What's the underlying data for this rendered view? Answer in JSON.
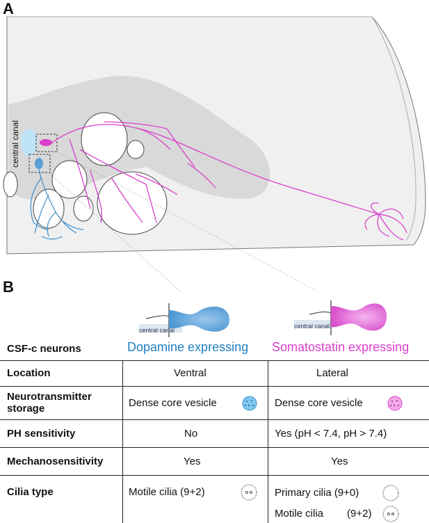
{
  "panels": {
    "a": "A",
    "b": "B"
  },
  "panelA": {
    "canal_label": "central canal"
  },
  "illustrations": {
    "left_canal_label": "central canal",
    "right_canal_label": "central canal"
  },
  "table": {
    "header": {
      "label": "CSF-c neurons",
      "col1": "Dopamine expressing",
      "col2": "Somatostatin expressing"
    },
    "rows": [
      {
        "label": "Location",
        "col1": "Ventral",
        "col2": "Lateral"
      },
      {
        "label_line1": "Neurotransmitter",
        "label_line2": " storage",
        "col1": "Dense core vesicle",
        "col2": "Dense core vesicle"
      },
      {
        "label": "PH sensitivity",
        "col1": "No",
        "col2": "Yes (pH < 7.4, pH > 7.4)"
      },
      {
        "label": "Mechanosensitivity",
        "col1": "Yes",
        "col2": "Yes"
      },
      {
        "label": "Cilia type",
        "col1": "Motile cilia (9+2)",
        "col2_line1": "Primary cilia (9+0)",
        "col2_line2": "Motile cilia",
        "col2_line2b": "(9+2)"
      }
    ]
  },
  "colors": {
    "dopamine": "#1f7fc1",
    "somatostatin": "#d93fcc",
    "gray_matter": "#d9d9d9"
  }
}
